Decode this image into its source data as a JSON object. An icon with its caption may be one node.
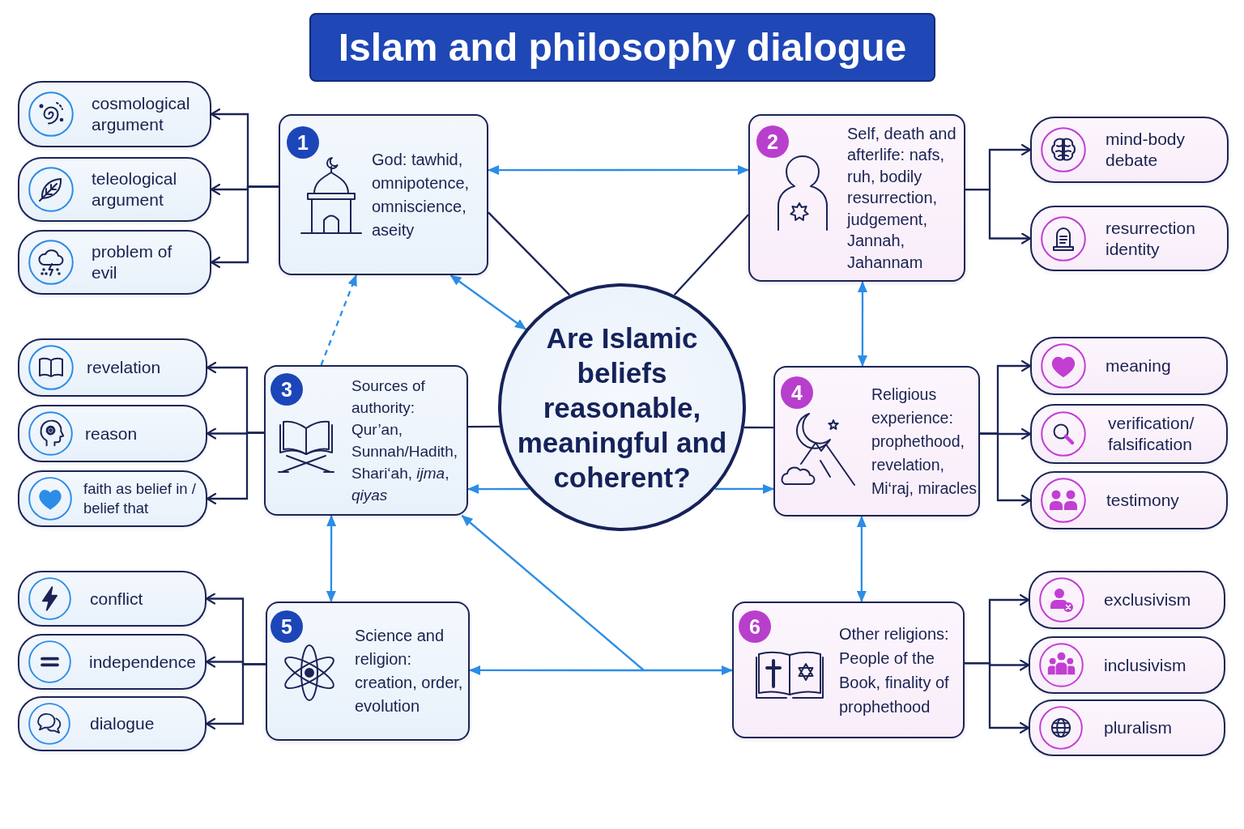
{
  "diagram": {
    "title": "Islam and philosophy dialogue",
    "nodes": [
      {
        "text": [
          "Are Islamic beliefs reasonable, meaningful and coherent?"
        ]
      },
      {
        "text": [
          "1",
          "God: tawhid, omnipotence, omniscience, aseity"
        ]
      },
      {
        "text": [
          "2",
          "Self, death and afterlife: nafs, ruh, bodily resurrection, judgement, Jannah, Jahannam"
        ]
      },
      {
        "text": [
          "3",
          "Sources of authority: Qur’an, Sunnah/Hadith, Shari‘ah, *ijma*, *qiyas*"
        ]
      },
      {
        "text": [
          "4",
          "Religious experience: prophethood, revelation, Mi‘raj, miracles"
        ]
      },
      {
        "text": [
          "5",
          "Science and religion: creation, order, evolution"
        ]
      },
      {
        "text": [
          "6",
          "Other religions: People of the Book, finality of prophethood"
        ]
      },
      {
        "text": [
          "cosmological argument"
        ]
      },
      {
        "text": [
          "teleological argument"
        ]
      },
      {
        "text": [
          "problem of evil"
        ]
      },
      {
        "text": [
          "mind-body debate"
        ]
      },
      {
        "text": [
          "resurrection identity"
        ]
      },
      {
        "text": [
          "revelation"
        ]
      },
      {
        "text": [
          "reason"
        ]
      },
      {
        "text": [
          "faith as belief in / belief that"
        ]
      },
      {
        "text": [
          "meaning"
        ]
      },
      {
        "text": [
          "verification/ falsification"
        ]
      },
      {
        "text": [
          "testimony"
        ]
      },
      {
        "text": [
          "conflict"
        ]
      },
      {
        "text": [
          "independence"
        ]
      },
      {
        "text": [
          "dialogue"
        ]
      },
      {
        "text": [
          "exclusivism"
        ]
      },
      {
        "text": [
          "inclusivism"
        ]
      },
      {
        "text": [
          "pluralism"
        ]
      }
    ],
    "edges": [
      {
        "from": 1,
        "to": 2,
        "arrow": "both",
        "color": "#2b8de6"
      },
      {
        "from": 1,
        "to": 0,
        "arrow": "none"
      },
      {
        "from": 2,
        "to": 0,
        "arrow": "none"
      },
      {
        "from": 3,
        "to": 0,
        "arrow": "none"
      },
      {
        "from": 4,
        "to": 0,
        "arrow": "none"
      },
      {
        "from": 1,
        "to": 0,
        "arrow": "both",
        "color": "#2b8de6"
      },
      {
        "from": 0,
        "to": 3,
        "arrow": "to",
        "color": "#2b8de6"
      },
      {
        "from": 0,
        "to": 4,
        "arrow": "to",
        "color": "#2b8de6"
      },
      {
        "from": 3,
        "to": 1,
        "arrow": "to",
        "style": "dashed",
        "color": "#2b8de6"
      },
      {
        "from": 2,
        "to": 4,
        "arrow": "both",
        "color": "#2b8de6"
      },
      {
        "from": 3,
        "to": 5,
        "arrow": "both",
        "color": "#2b8de6"
      },
      {
        "from": 4,
        "to": 6,
        "arrow": "both",
        "color": "#2b8de6"
      },
      {
        "from": 5,
        "to": 6,
        "arrow": "both",
        "color": "#2b8de6"
      },
      {
        "from": null,
        "to": 3,
        "arrow": "to",
        "color": "#2b8de6"
      },
      {
        "from": 1,
        "to": 7,
        "arrow": "to"
      },
      {
        "from": 1,
        "to": 8,
        "arrow": "to"
      },
      {
        "from": 1,
        "to": 9,
        "arrow": "to"
      },
      {
        "from": 2,
        "to": 10,
        "arrow": "to"
      },
      {
        "from": 2,
        "to": 11,
        "arrow": "to"
      },
      {
        "from": 3,
        "to": 12,
        "arrow": "to"
      },
      {
        "from": 3,
        "to": 13,
        "arrow": "to"
      },
      {
        "from": 3,
        "to": 14,
        "arrow": "to"
      },
      {
        "from": 4,
        "to": 15,
        "arrow": "to"
      },
      {
        "from": 4,
        "to": 16,
        "arrow": "to"
      },
      {
        "from": 4,
        "to": 17,
        "arrow": "to"
      },
      {
        "from": 5,
        "to": 18,
        "arrow": "to"
      },
      {
        "from": 5,
        "to": 19,
        "arrow": "to"
      },
      {
        "from": 5,
        "to": 20,
        "arrow": "to"
      },
      {
        "from": 6,
        "to": 21,
        "arrow": "to"
      },
      {
        "from": 6,
        "to": 22,
        "arrow": "to"
      },
      {
        "from": 6,
        "to": 23,
        "arrow": "to"
      }
    ]
  }
}
